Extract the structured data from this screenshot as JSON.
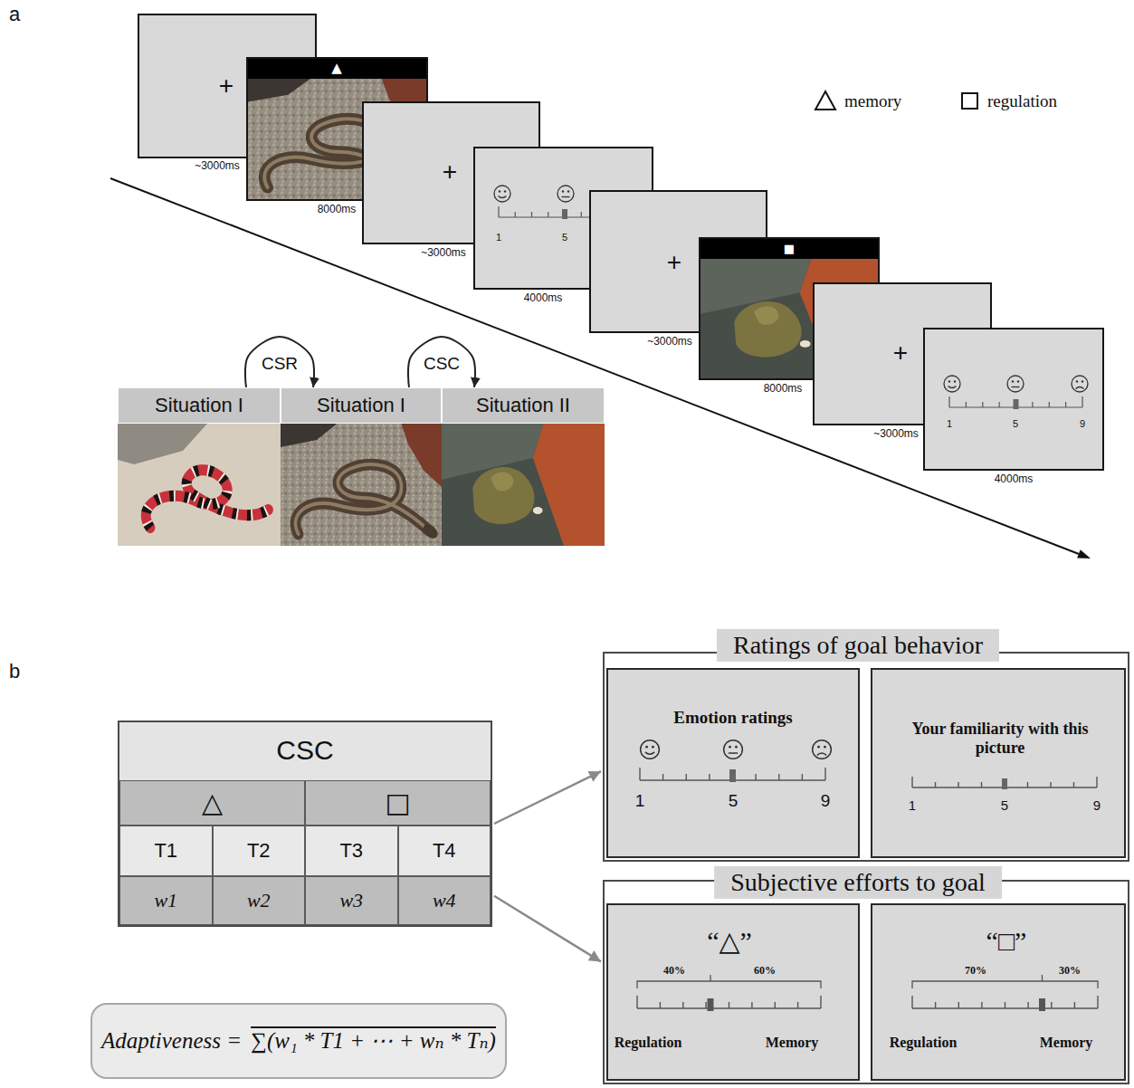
{
  "diagram": {
    "nodes": [
      {
        "text": [
          "+",
          "~3000ms"
        ]
      },
      {
        "text": [
          "▲",
          "8000ms"
        ]
      },
      {
        "text": [
          "+",
          "~3000ms"
        ]
      },
      {
        "text": [
          "1",
          "5",
          "4000ms"
        ]
      },
      {
        "text": [
          "+",
          "~3000ms"
        ]
      },
      {
        "text": [
          "■",
          "8000ms"
        ]
      },
      {
        "text": [
          "+",
          "~3000ms"
        ]
      },
      {
        "text": [
          "1",
          "5",
          "9",
          "4000ms"
        ]
      },
      {
        "text": [
          "Situation I"
        ]
      },
      {
        "text": [
          "Situation I"
        ]
      },
      {
        "text": [
          "Situation II"
        ]
      },
      {
        "text": [
          "CSC"
        ]
      },
      {
        "text": [
          "△"
        ],
        "in": 11
      },
      {
        "text": [
          "□"
        ],
        "in": 11
      },
      {
        "text": [
          "T1"
        ],
        "in": 11
      },
      {
        "text": [
          "T2"
        ],
        "in": 11
      },
      {
        "text": [
          "T3"
        ],
        "in": 11
      },
      {
        "text": [
          "T4"
        ],
        "in": 11
      },
      {
        "text": [
          "w1"
        ],
        "in": 11
      },
      {
        "text": [
          "w2"
        ],
        "in": 11
      },
      {
        "text": [
          "w3"
        ],
        "in": 11
      },
      {
        "text": [
          "w4"
        ],
        "in": 11
      },
      {
        "text": [
          "Adaptiveness =",
          "∑(w₁ * T1 + ⋯ + wₙ * Tₙ)"
        ]
      },
      {
        "text": [
          "Ratings of goal behavior"
        ]
      },
      {
        "text": [
          "Emotion ratings",
          "1",
          "5",
          "9"
        ],
        "in": 23
      },
      {
        "text": [
          "Your familiarity with this picture",
          "1",
          "5",
          "9"
        ],
        "in": 23
      },
      {
        "text": [
          "Subjective efforts to goal"
        ]
      },
      {
        "text": [
          "“△”",
          "40%",
          "60%",
          "Regulation",
          "Memory"
        ],
        "in": 26
      },
      {
        "text": [
          "“□”",
          "70%",
          "30%",
          "Regulation",
          "Memory"
        ],
        "in": 26
      }
    ],
    "edges": [
      {
        "from": 8,
        "to": 9,
        "label": "CSR",
        "arrow": "to"
      },
      {
        "from": 9,
        "to": 10,
        "label": "CSC",
        "arrow": "to"
      },
      {
        "from": 11,
        "to": 23,
        "arrow": "to"
      },
      {
        "from": 11,
        "to": 26,
        "arrow": "to"
      }
    ],
    "labels": [
      "a",
      "b"
    ],
    "legend": [
      {
        "text": "memory"
      },
      {
        "text": "regulation"
      }
    ]
  }
}
